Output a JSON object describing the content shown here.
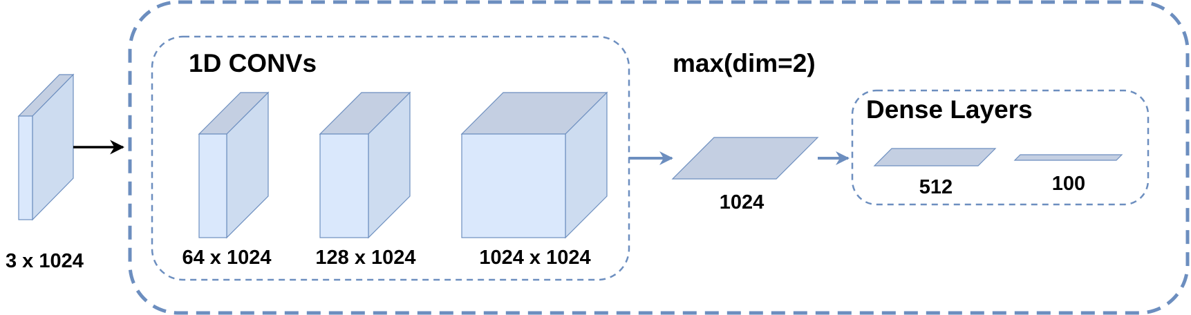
{
  "input": {
    "label": "3 x 1024"
  },
  "convs": {
    "title": "1D CONVs",
    "layers": [
      {
        "label": "64 x 1024"
      },
      {
        "label": "128 x 1024"
      },
      {
        "label": "1024 x 1024"
      }
    ]
  },
  "pool": {
    "title": "max(dim=2)",
    "label": "1024"
  },
  "dense": {
    "title": "Dense Layers",
    "layers": [
      {
        "label": "512"
      },
      {
        "label": "100"
      }
    ]
  },
  "colors": {
    "front": "#dae8fc",
    "side": "#cddcf0",
    "top": "#c4cfe2",
    "stroke": "#6c8ebf",
    "dash": "#6c8ebf",
    "arrow_main": "#000000",
    "arrow_flow": "#6c8ebf"
  }
}
